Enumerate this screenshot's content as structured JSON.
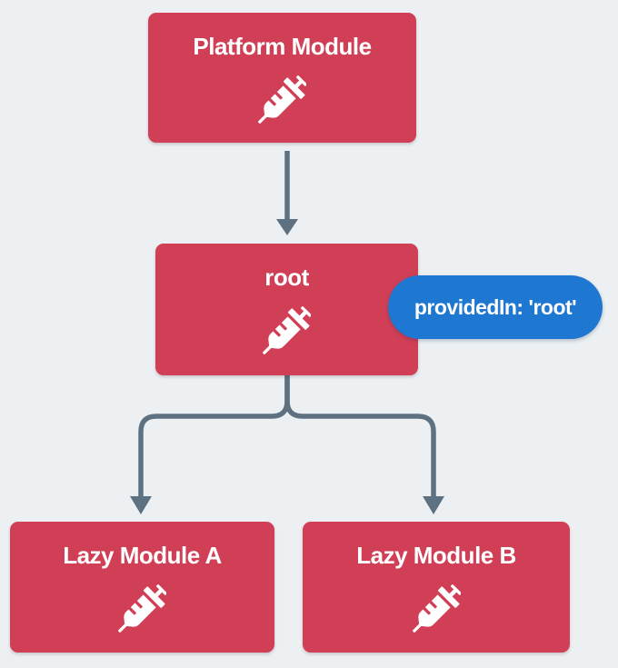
{
  "colors": {
    "background": "#ecf0f3",
    "node": "#d13f57",
    "node-text": "#ffffff",
    "connector": "#5e7181",
    "badge": "#1e78d2",
    "badge-text": "#ffffff"
  },
  "diagram": {
    "nodes": [
      {
        "id": "platform-module",
        "label": "Platform Module",
        "icon": "syringe-icon"
      },
      {
        "id": "root",
        "label": "root",
        "icon": "syringe-icon"
      },
      {
        "id": "lazy-module-a",
        "label": "Lazy Module A",
        "icon": "syringe-icon"
      },
      {
        "id": "lazy-module-b",
        "label": "Lazy Module B",
        "icon": "syringe-icon"
      }
    ],
    "badge": {
      "label": "providedIn: 'root'",
      "attached_to": "root"
    },
    "edges": [
      {
        "from": "platform-module",
        "to": "root"
      },
      {
        "from": "root",
        "to": "lazy-module-a"
      },
      {
        "from": "root",
        "to": "lazy-module-b"
      }
    ]
  }
}
